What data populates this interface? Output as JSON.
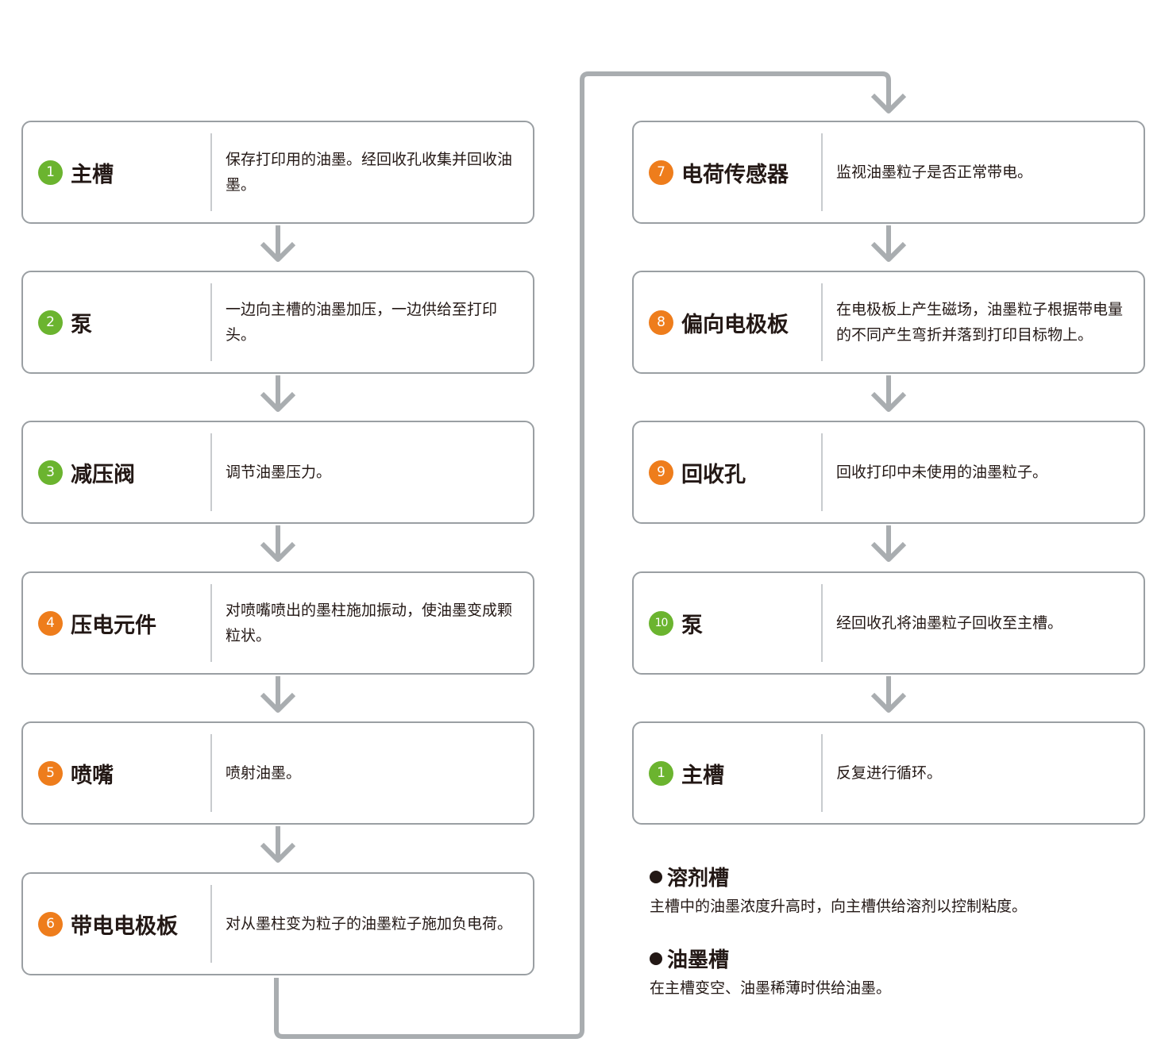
{
  "colors": {
    "badge_green": "#6bb42f",
    "badge_orange": "#ee7d1c",
    "connector_gray": "#a9adb0",
    "border_gray": "#9a9fa3",
    "text": "#231815"
  },
  "steps": [
    {
      "number": "1",
      "title": "主槽",
      "desc": "保存打印用的油墨。经回收孔收集并回收油墨。",
      "badge_color": "green"
    },
    {
      "number": "2",
      "title": "泵",
      "desc": "一边向主槽的油墨加压，一边供给至打印头。",
      "badge_color": "green"
    },
    {
      "number": "3",
      "title": "减压阀",
      "desc": "调节油墨压力。",
      "badge_color": "green"
    },
    {
      "number": "4",
      "title": "压电元件",
      "desc": "对喷嘴喷出的墨柱施加振动，使油墨变成颗粒状。",
      "badge_color": "orange"
    },
    {
      "number": "5",
      "title": "喷嘴",
      "desc": "喷射油墨。",
      "badge_color": "orange"
    },
    {
      "number": "6",
      "title": "带电电极板",
      "desc": "对从墨柱变为粒子的油墨粒子施加负电荷。",
      "badge_color": "orange"
    },
    {
      "number": "7",
      "title": "电荷传感器",
      "desc": "监视油墨粒子是否正常带电。",
      "badge_color": "orange"
    },
    {
      "number": "8",
      "title": "偏向电极板",
      "desc": "在电极板上产生磁场，油墨粒子根据带电量的不同产生弯折并落到打印目标物上。",
      "badge_color": "orange"
    },
    {
      "number": "9",
      "title": "回收孔",
      "desc": "回收打印中未使用的油墨粒子。",
      "badge_color": "orange"
    },
    {
      "number": "10",
      "title": "泵",
      "desc": "经回收孔将油墨粒子回收至主槽。",
      "badge_color": "green"
    },
    {
      "number": "1",
      "title": "主槽",
      "desc": "反复进行循环。",
      "badge_color": "green"
    }
  ],
  "notes": [
    {
      "title": "溶剂槽",
      "text": "主槽中的油墨浓度升高时，向主槽供给溶剂以控制粘度。"
    },
    {
      "title": "油墨槽",
      "text": "在主槽变空、油墨稀薄时供给油墨。"
    }
  ]
}
